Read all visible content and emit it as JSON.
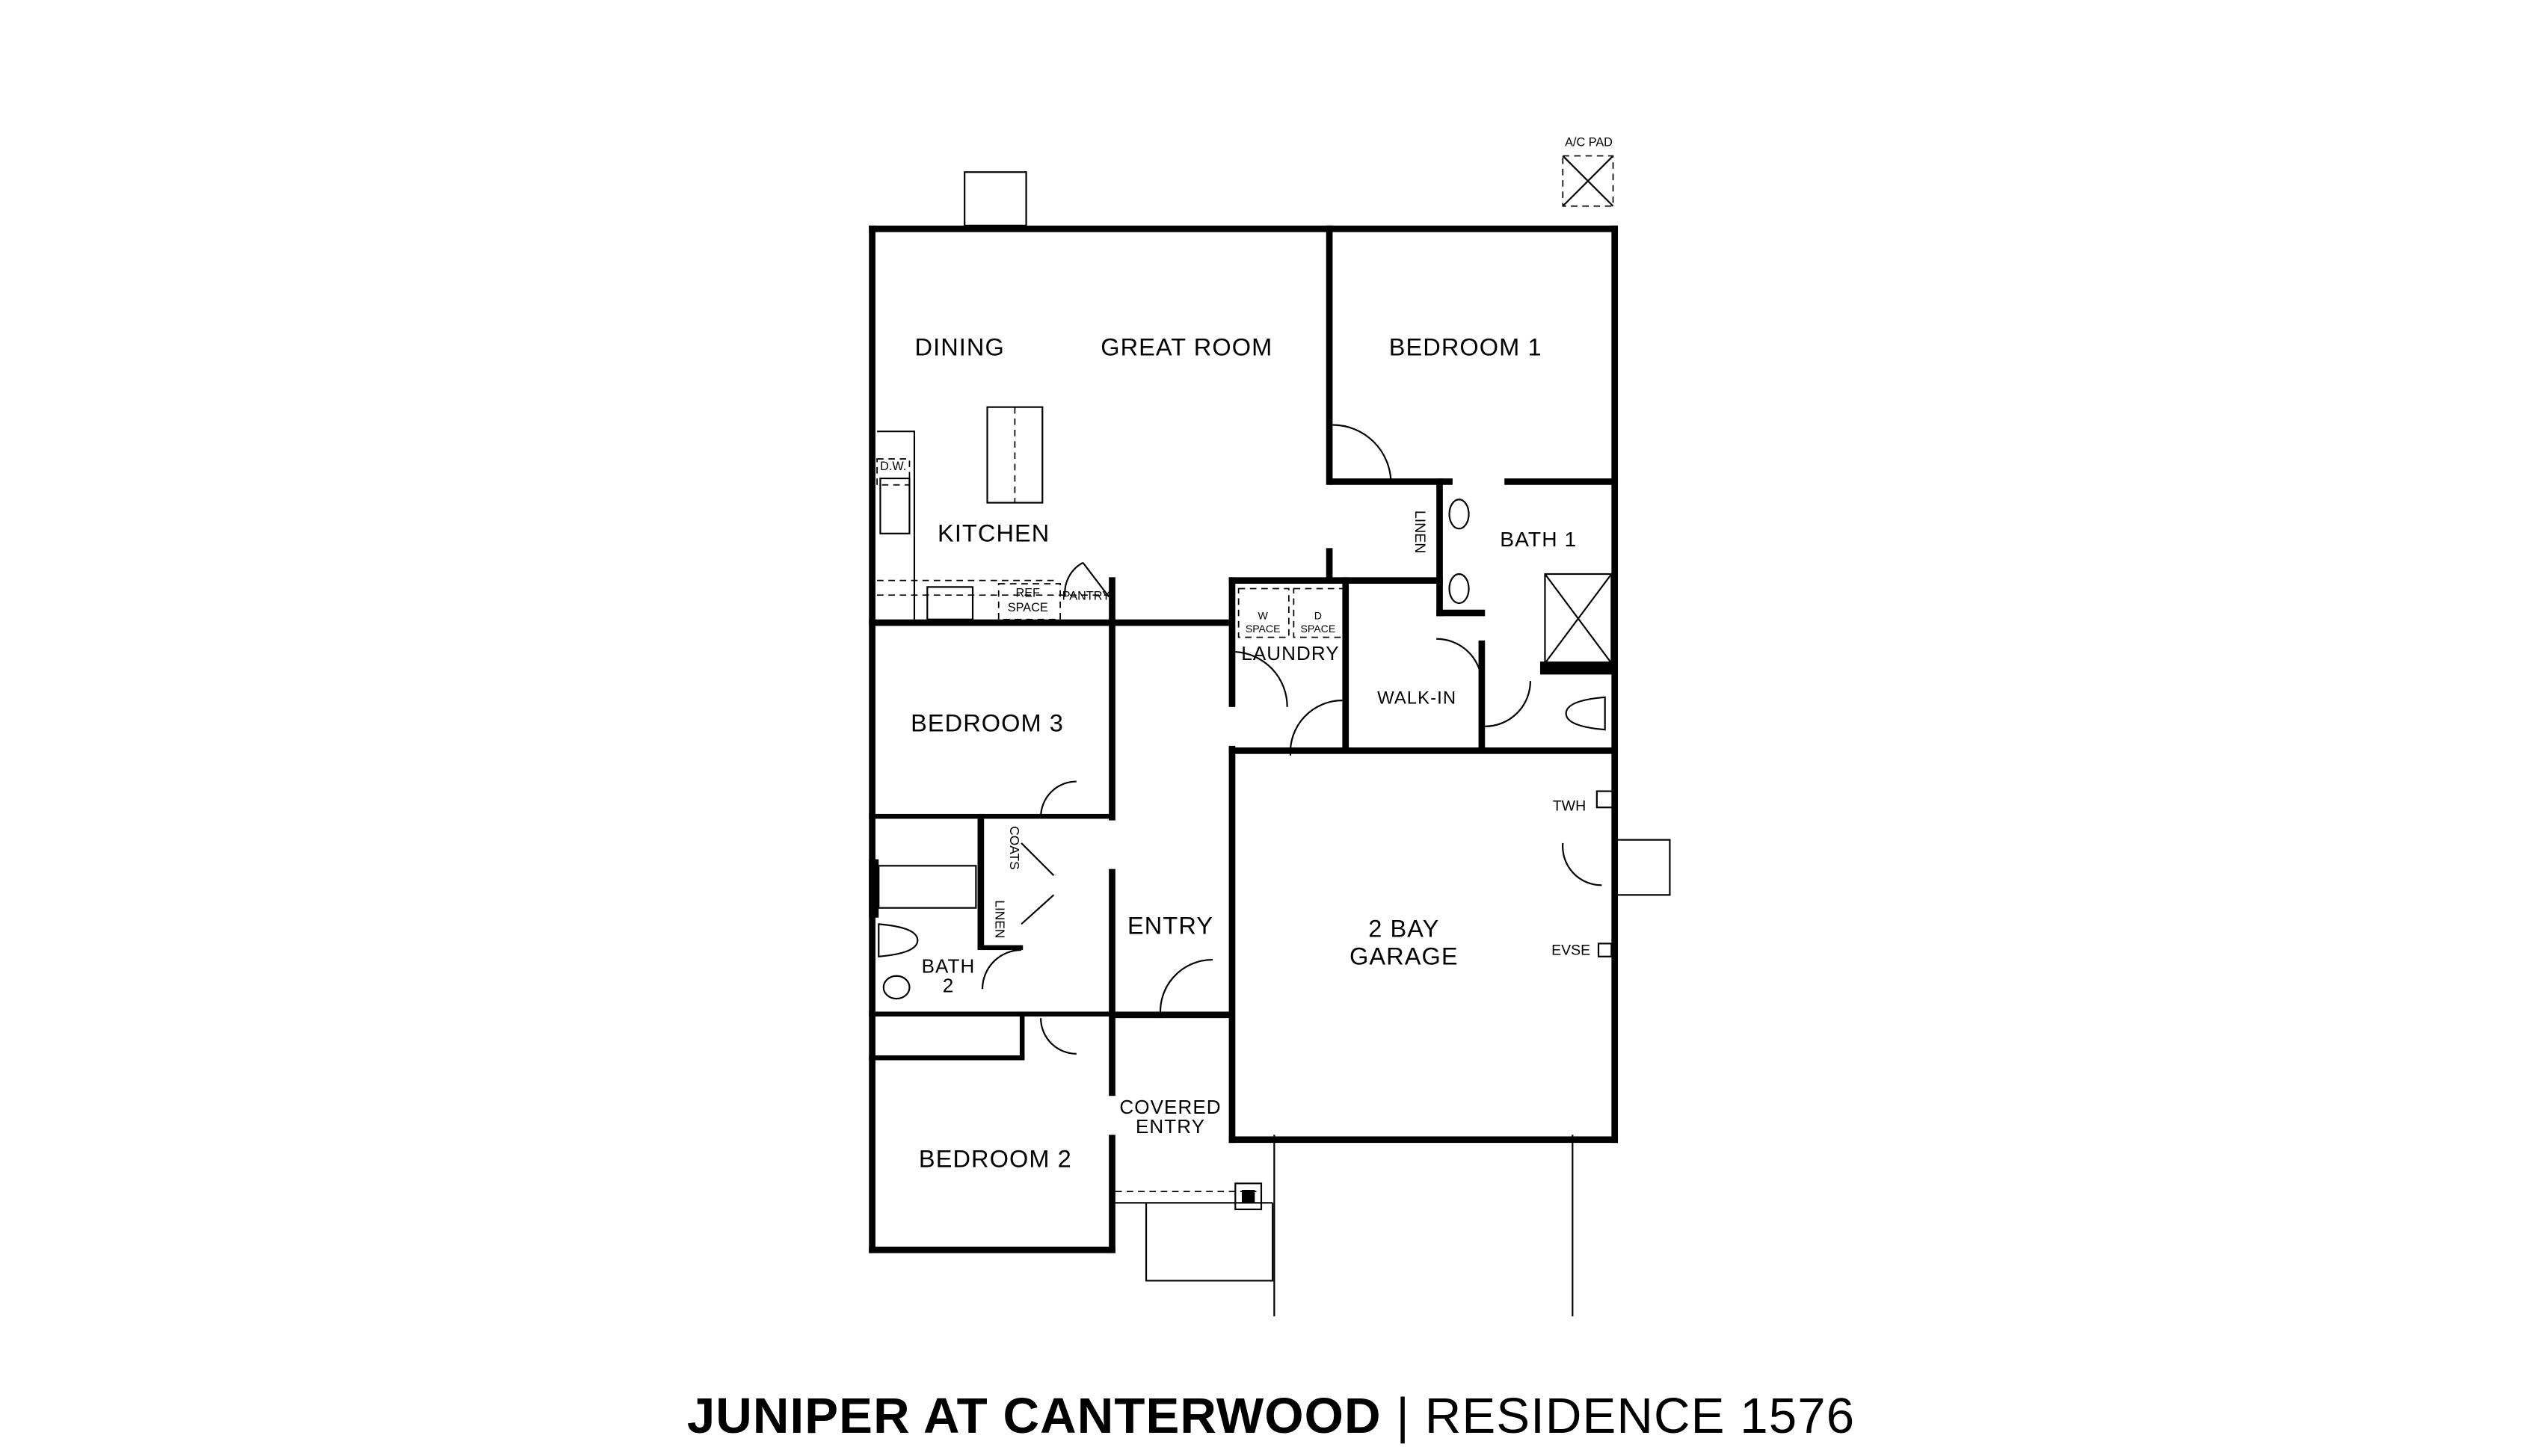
{
  "title": {
    "bold": "JUNIPER AT CANTERWOOD",
    "separator": "|",
    "rest": "RESIDENCE 1576"
  },
  "rooms": {
    "dining": "DINING",
    "great_room": "GREAT ROOM",
    "bedroom1": "BEDROOM 1",
    "kitchen": "KITCHEN",
    "bath1": "BATH 1",
    "linen1": "LINEN",
    "laundry": "LAUNDRY",
    "walk_in": "WALK-IN",
    "bedroom3": "BEDROOM 3",
    "coats": "COATS",
    "linen2": "LINEN",
    "entry": "ENTRY",
    "bath2_line1": "BATH",
    "bath2_line2": "2",
    "garage_line1": "2 BAY",
    "garage_line2": "GARAGE",
    "covered_entry_line1": "COVERED",
    "covered_entry_line2": "ENTRY",
    "bedroom2": "BEDROOM 2"
  },
  "fixtures": {
    "dw": "D.W.",
    "ref_line1": "REF",
    "ref_line2": "SPACE",
    "pantry": "PANTRY",
    "w_line1": "W",
    "w_line2": "SPACE",
    "d_line1": "D",
    "d_line2": "SPACE",
    "twh": "TWH",
    "evse": "EVSE",
    "ac_pad": "A/C PAD"
  }
}
